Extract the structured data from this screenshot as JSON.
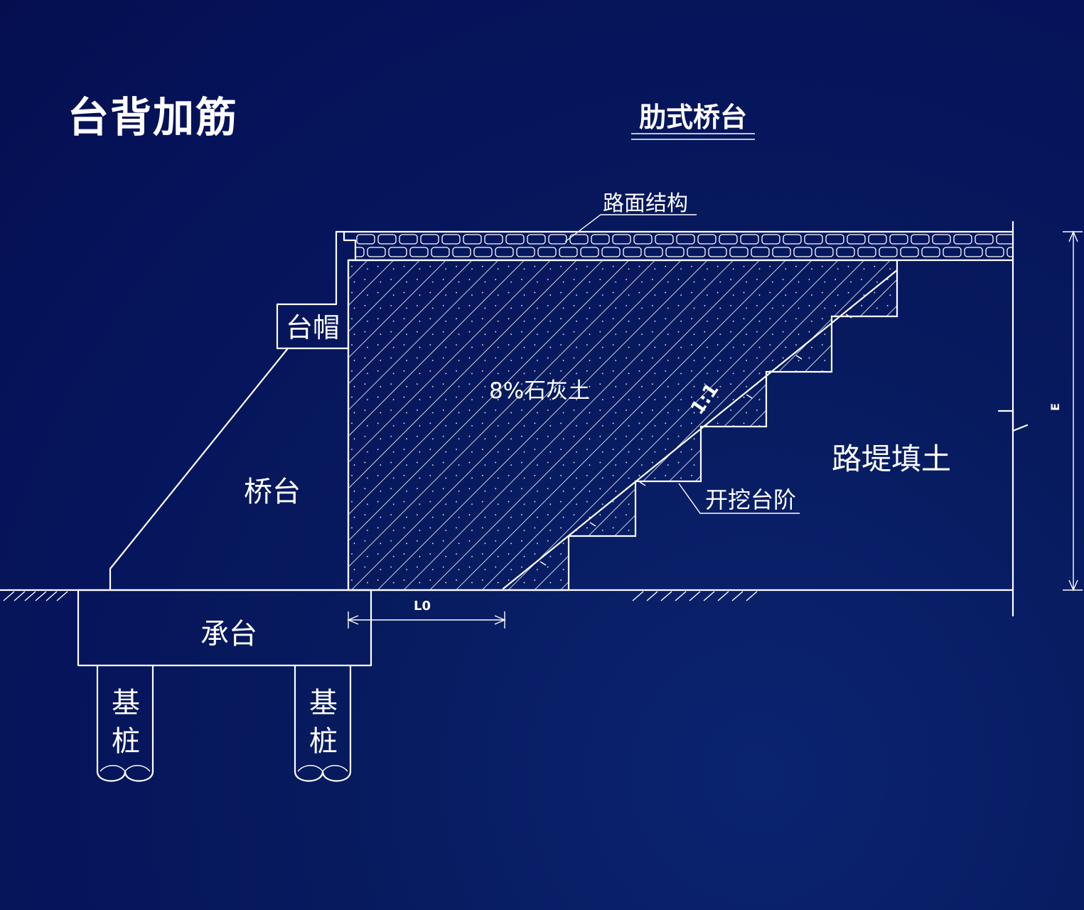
{
  "page": {
    "title": "台背加筋"
  },
  "diagram": {
    "subtitle": "肋式桥台",
    "labels": {
      "pavement": "路面结构",
      "cap": "台帽",
      "lime_soil": "8%石灰土",
      "slope": "1:1",
      "abutment": "桥台",
      "embankment": "路堤填土",
      "steps": "开挖台阶",
      "pile_cap": "承台",
      "pile_char_1": "基",
      "pile_char_2": "桩",
      "length": "L0",
      "height": "E"
    }
  },
  "colors": {
    "background": "#06135a",
    "line": "#ffffff"
  }
}
